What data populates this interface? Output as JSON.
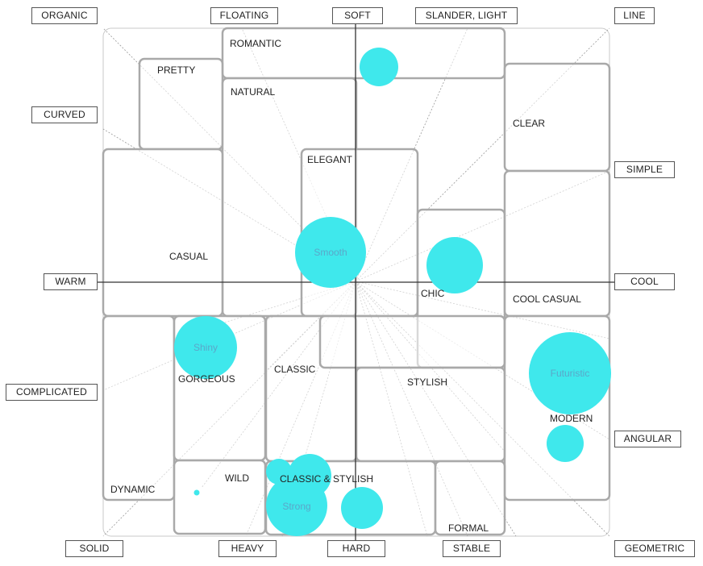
{
  "axis_labels": {
    "organic": "ORGANIC",
    "floating": "FLOATING",
    "soft": "SOFT",
    "slander_light": "SLANDER, LIGHT",
    "line": "LINE",
    "curved": "CURVED",
    "simple": "SIMPLE",
    "warm": "WARM",
    "cool": "COOL",
    "complicated": "COMPLICATED",
    "angular": "ANGULAR",
    "solid": "SOLID",
    "heavy": "HEAVY",
    "hard": "HARD",
    "stable": "STABLE",
    "geometric": "GEOMETRIC"
  },
  "regions": {
    "romantic": "ROMANTIC",
    "pretty": "PRETTY",
    "natural": "NATURAL",
    "clear": "CLEAR",
    "elegant": "ELEGANT",
    "casual": "CASUAL",
    "chic": "CHIC",
    "cool_casual": "COOL CASUAL",
    "gorgeous": "GORGEOUS",
    "classic": "CLASSIC",
    "stylish": "STYLISH",
    "modern": "MODERN",
    "dynamic": "DYNAMIC",
    "wild": "WILD",
    "classic_stylish": "CLASSIC & STYLISH",
    "formal": "FORMAL"
  },
  "bubbles": {
    "smooth": "Smooth",
    "shiny": "Shiny",
    "futuristic": "Futuristic",
    "strong": "Strong"
  },
  "colors": {
    "bubble": "#3fe8ec",
    "region_border": "#a9a9a9",
    "axis": "#333333",
    "ray": "#9a9a9a"
  }
}
